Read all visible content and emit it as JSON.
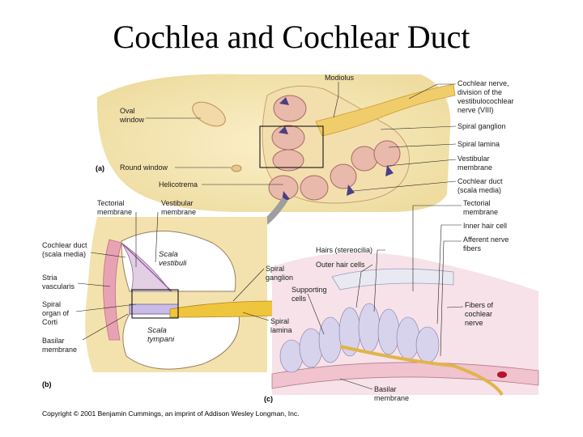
{
  "title": "Cochlea and Cochlear Duct",
  "panels": {
    "a": "(a)",
    "b": "(b)",
    "c": "(c)"
  },
  "labels_a": {
    "modiolus": "Modiolus",
    "oval_window": [
      "Oval",
      "window"
    ],
    "round_window": "Round window",
    "helicotrema": "Helicotrema",
    "cochlear_nerve": [
      "Cochlear nerve,",
      "division of the",
      "vestibulocochlear",
      "nerve (VIII)"
    ],
    "spiral_ganglion": "Spiral ganglion",
    "spiral_lamina": "Spiral lamina",
    "vestibular_membrane": [
      "Vestibular",
      "membrane"
    ],
    "cochlear_duct": [
      "Cochlear duct",
      "(scala media)"
    ]
  },
  "labels_b": {
    "tectorial_membrane": [
      "Tectorial",
      "membrane"
    ],
    "vestibular_membrane": [
      "Vestibular",
      "membrane"
    ],
    "cochlear_duct": [
      "Cochlear duct",
      "(scala media)"
    ],
    "scala_vestibuli": [
      "Scala",
      "vestibuli"
    ],
    "stria_vascularis": [
      "Stria",
      "vascularis"
    ],
    "spiral_organ": [
      "Spiral",
      "organ of",
      "Corti"
    ],
    "basilar_membrane": [
      "Basilar",
      "membrane"
    ],
    "scala_tympani": [
      "Scala",
      "tympani"
    ],
    "spiral_ganglion": [
      "Spiral",
      "ganglion"
    ],
    "spiral_lamina": [
      "Spiral",
      "lamina"
    ]
  },
  "labels_c": {
    "tectorial_membrane": [
      "Tectorial",
      "membrane"
    ],
    "inner_hair_cell": "Inner hair cell",
    "afferent_nerve_fibers": [
      "Afferent nerve",
      "fibers"
    ],
    "hairs": "Hairs (stereocilia)",
    "outer_hair_cells": "Outer hair cells",
    "supporting_cells": [
      "Supporting",
      "cells"
    ],
    "fibers_cochlear_nerve": [
      "Fibers of",
      "cochlear",
      "nerve"
    ],
    "basilar_membrane": [
      "Basilar",
      "membrane"
    ]
  },
  "copyright": "Copyright © 2001 Benjamin Cummings, an imprint of Addison Wesley Longman, Inc.",
  "colors": {
    "bone": "#f6e8b8",
    "duct": "#e8b9ad",
    "nerve": "#f2c64a",
    "membrane": "#c9a6cf",
    "cells": "#d6d2ea"
  }
}
